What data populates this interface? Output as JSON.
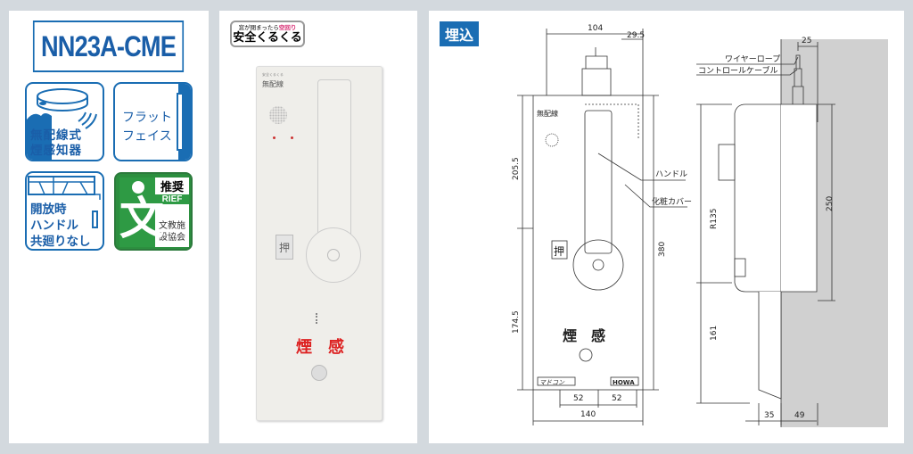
{
  "model": "NN23A-CME",
  "badges": {
    "wireless": [
      "無配線式",
      "煙感知器"
    ],
    "flat": [
      "フラット",
      "フェイス"
    ],
    "handle": [
      "開放時",
      "ハンドル",
      "共廻りなし"
    ],
    "rief": {
      "top": "推奨",
      "mid": "RIEF",
      "bottom": [
        "文教施",
        "設協会"
      ],
      "glyph": "文"
    }
  },
  "product": {
    "slogan_small_a": "窓が閉まったら",
    "slogan_small_b": "空回り",
    "slogan_large": "安全くるくる",
    "device_small": "安全くるくる",
    "device_label": "無配線",
    "push_label": "押",
    "smoke_label": "煙　感"
  },
  "drawing": {
    "section_tag": "埋込",
    "front": {
      "dims": {
        "top_width": "104",
        "top_offset": "29.5",
        "upper": "205.5",
        "lower": "174.5",
        "height": "380",
        "half_left": "52",
        "half_right": "52",
        "width": "140"
      },
      "labels": {
        "handle": "ハンドル",
        "cover": "化粧カバー",
        "smoke": "煙　感",
        "logo_left": "マドコン",
        "logo_right": "HOWA",
        "device": "無配線",
        "push": "押"
      }
    },
    "side": {
      "dims": {
        "top": "25",
        "r": "R135",
        "upper": "250",
        "lower": "161",
        "depth_front": "35",
        "depth_back": "49"
      },
      "labels": {
        "wire": "ワイヤーロープ",
        "cable": "コントロールケーブル"
      }
    }
  }
}
